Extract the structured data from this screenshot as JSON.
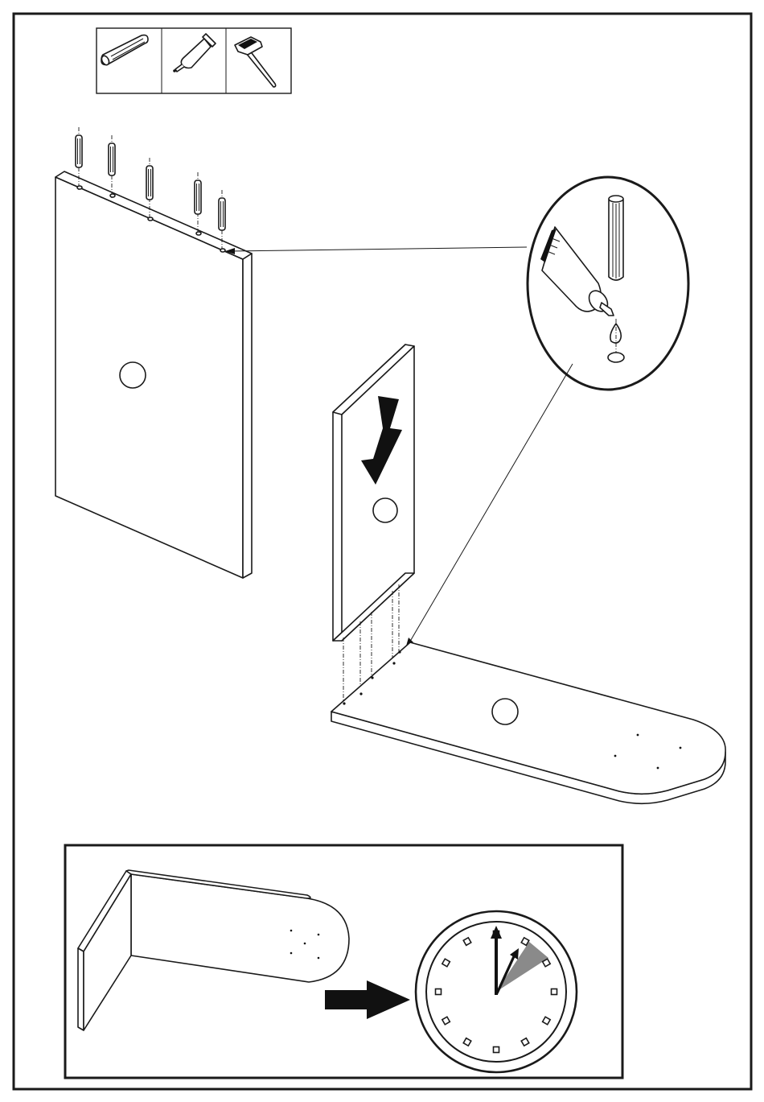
{
  "colors": {
    "ink": "#1a1a1a",
    "paper": "#ffffff",
    "clock_sector": "#8a8a8a"
  },
  "icons": [
    "dowel-icon",
    "glue-tube-icon",
    "hammer-icon"
  ],
  "parts": {
    "side_panel_dowel_count": 5,
    "divider_dowel_count": 4,
    "base_hole_count": 4
  },
  "clock": {
    "marker_count": 12
  }
}
